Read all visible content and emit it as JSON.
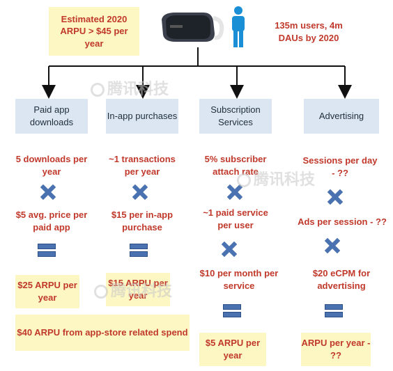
{
  "header": {
    "arpu_note": "Estimated 2020 ARPU > $45 per year",
    "users_note": "135m users, 4m DAUs by 2020"
  },
  "columns": [
    {
      "label": "Paid app downloads",
      "step1": "5 downloads per year",
      "step2": "$5 avg. price per paid app",
      "result": "$25 ARPU per year"
    },
    {
      "label": "In-app purchases",
      "step1": "~1 transactions per year",
      "step2": "$15 per in-app purchase",
      "result": "$15 ARPU per year"
    },
    {
      "label": "Subscription Services",
      "step1": "5% subscriber attach rate",
      "step2": "~1 paid service per user",
      "step3": "$10 per month per service",
      "result": "$5 ARPU per year"
    },
    {
      "label": "Advertising",
      "step1": "Sessions per day - ??",
      "step2": "Ads per session - ??",
      "step3": "$20 eCPM for advertising",
      "result": "ARPU per year - ??"
    }
  ],
  "combined_result": "$40 ARPU from app-store related spend",
  "watermark": "腾讯科技",
  "icons": [
    "vr-headset-icon",
    "person-icon",
    "multiply-icon",
    "equals-icon",
    "arrow-down-icon"
  ],
  "colors": {
    "accent_red": "#c0392b",
    "yellow_box": "#fdf7c3",
    "blue_box": "#dce6f2",
    "icon_blue": "#4a72b0",
    "person_blue": "#1a8fd6"
  }
}
